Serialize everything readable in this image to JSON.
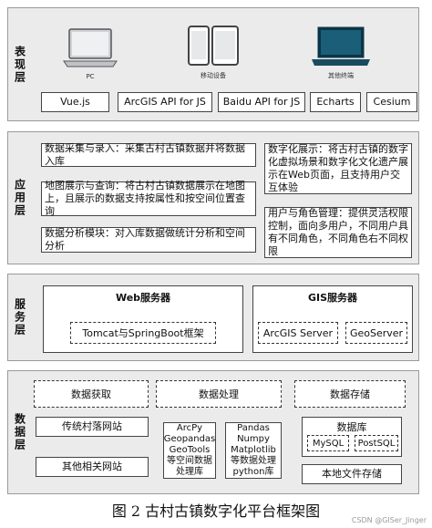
{
  "layers": {
    "presentation": {
      "label": "表现层",
      "devices": {
        "pc": "PC",
        "mobile": "移动设备",
        "other": "其他终端"
      },
      "techs": [
        "Vue.js",
        "ArcGIS API for JS",
        "Baidu API for JS",
        "Echarts",
        "Cesium"
      ]
    },
    "application": {
      "label": "应用层",
      "left_items": [
        "数据采集与录入：采集古村古镇数据并将数据入库",
        "地图展示与查询：将古村古镇数据展示在地图上，且展示的数据支持按属性和按空间位置查询",
        "数据分析模块：对入库数据做统计分析和空间分析"
      ],
      "right_items": [
        "数字化展示：将古村古镇的数字化虚拟场景和数字化文化遗产展示在Web页面，且支持用户交互体验",
        "用户与角色管理：提供灵活权限控制，面向多用户，不同用户具有不同角色，不同角色右不同权限"
      ]
    },
    "service": {
      "label": "服务层",
      "web": {
        "title": "Web服务器",
        "framework": "Tomcat与SpringBoot框架"
      },
      "gis": {
        "title": "GIS服务器",
        "arcgis": "ArcGIS Server",
        "geoserver": "GeoServer"
      }
    },
    "data": {
      "label": "数据层",
      "acquire": "数据获取",
      "process": "数据处理",
      "storage": "数据存储",
      "sources": [
        "传统村落网站",
        "其他相关网站"
      ],
      "tool_a": "ArcPy Geopandas GeoTools 等空间数据处理库",
      "tool_b": "Pandas Numpy Matplotlib 等数据处理 python库",
      "database": {
        "title": "数据库",
        "mysql": "MySQL",
        "postsql": "PostSQL"
      },
      "local": "本地文件存储"
    }
  },
  "caption": "图 2  古村古镇数字化平台框架图",
  "watermark": "CSDN @GISer_Jinger"
}
